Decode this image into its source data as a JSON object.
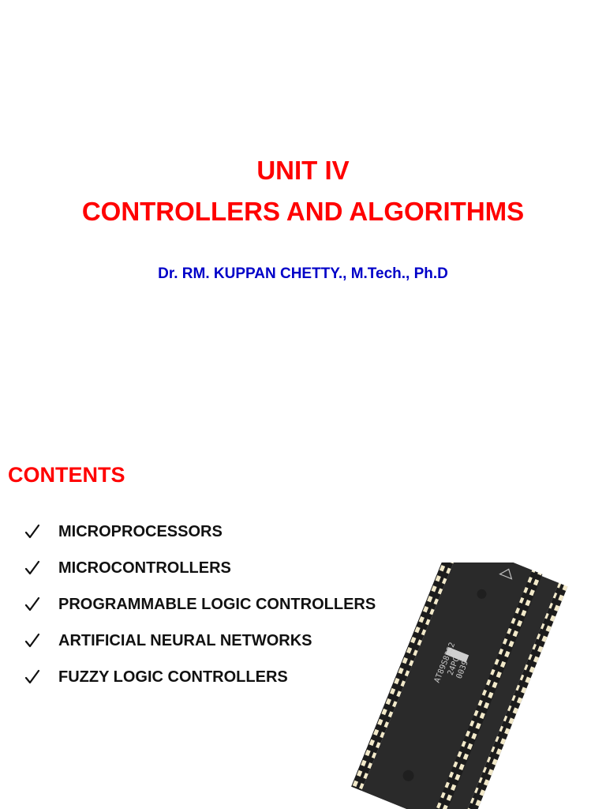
{
  "title_slide": {
    "title_line_1": "UNIT IV",
    "title_line_2": "CONTROLLERS AND ALGORITHMS",
    "author": "Dr. RM. KUPPAN CHETTY., M.Tech., Ph.D"
  },
  "contents_slide": {
    "heading": "CONTENTS",
    "items": [
      {
        "label": "MICROPROCESSORS",
        "icon": "check-icon"
      },
      {
        "label": "MICROCONTROLLERS",
        "icon": "check-icon"
      },
      {
        "label": "PROGRAMMABLE LOGIC CONTROLLERS",
        "icon": "check-icon"
      },
      {
        "label": "ARTIFICIAL NEURAL NETWORKS",
        "icon": "check-icon"
      },
      {
        "label": "FUZZY LOGIC CONTROLLERS",
        "icon": "check-icon"
      }
    ],
    "image": {
      "icon": "integrated-circuit-chip-image",
      "chip_marking_line_1": "AT89S8252",
      "chip_marking_line_2": "24PC",
      "chip_marking_line_3": "0039"
    }
  },
  "colors": {
    "title_red": "#ff0000",
    "author_blue": "#0000c8",
    "body_text": "#111111",
    "chip_body": "#2a2a2a"
  }
}
